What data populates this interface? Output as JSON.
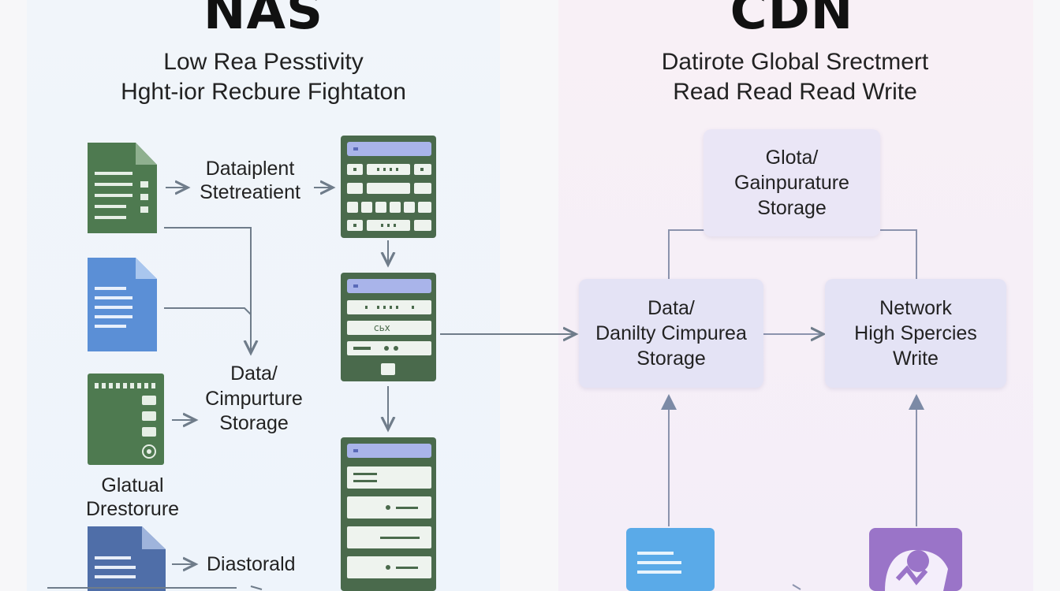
{
  "nas": {
    "title": "NAS",
    "subtitle_line1": "Low Rea Pesstivity",
    "subtitle_line2": "Hght-ior Recbure Fightaton",
    "label_flow_1a": "Dataiplent",
    "label_flow_1b": "Stetreatient",
    "label_data_a": "Data/",
    "label_data_b": "Cimpurture",
    "label_data_c": "Storage",
    "label_glatual_a": "Glatual",
    "label_glatual_b": "Drestorure",
    "label_diastorald": "Diastorald",
    "device_2_text": "сьх"
  },
  "cdn": {
    "title": "CDN",
    "subtitle_line1": "Datirote Global Srectmert",
    "subtitle_line2": "Read Read Read Write",
    "top_box": [
      "Glota/",
      "Gainpurature",
      "Storage"
    ],
    "left_box": [
      "Data/",
      "Danilty Cimpureа",
      "Storage"
    ],
    "right_box": [
      "Network",
      "High Spercies",
      "Write"
    ]
  },
  "colors": {
    "doc_green": "#4e7a50",
    "doc_blue": "#5b8fd6",
    "doc_navy": "#4f6ea8",
    "device_frame": "#4a6a4c",
    "device_bar": "#a9b4ea",
    "cdn_box": "#e4e3f5",
    "cdn_doc": "#5aaae8",
    "cdn_user": "#9a74c8",
    "connector": "#7c8a9a"
  },
  "icons": [
    "document-icon",
    "server-rack-icon",
    "storage-device-icon",
    "user-icon"
  ]
}
